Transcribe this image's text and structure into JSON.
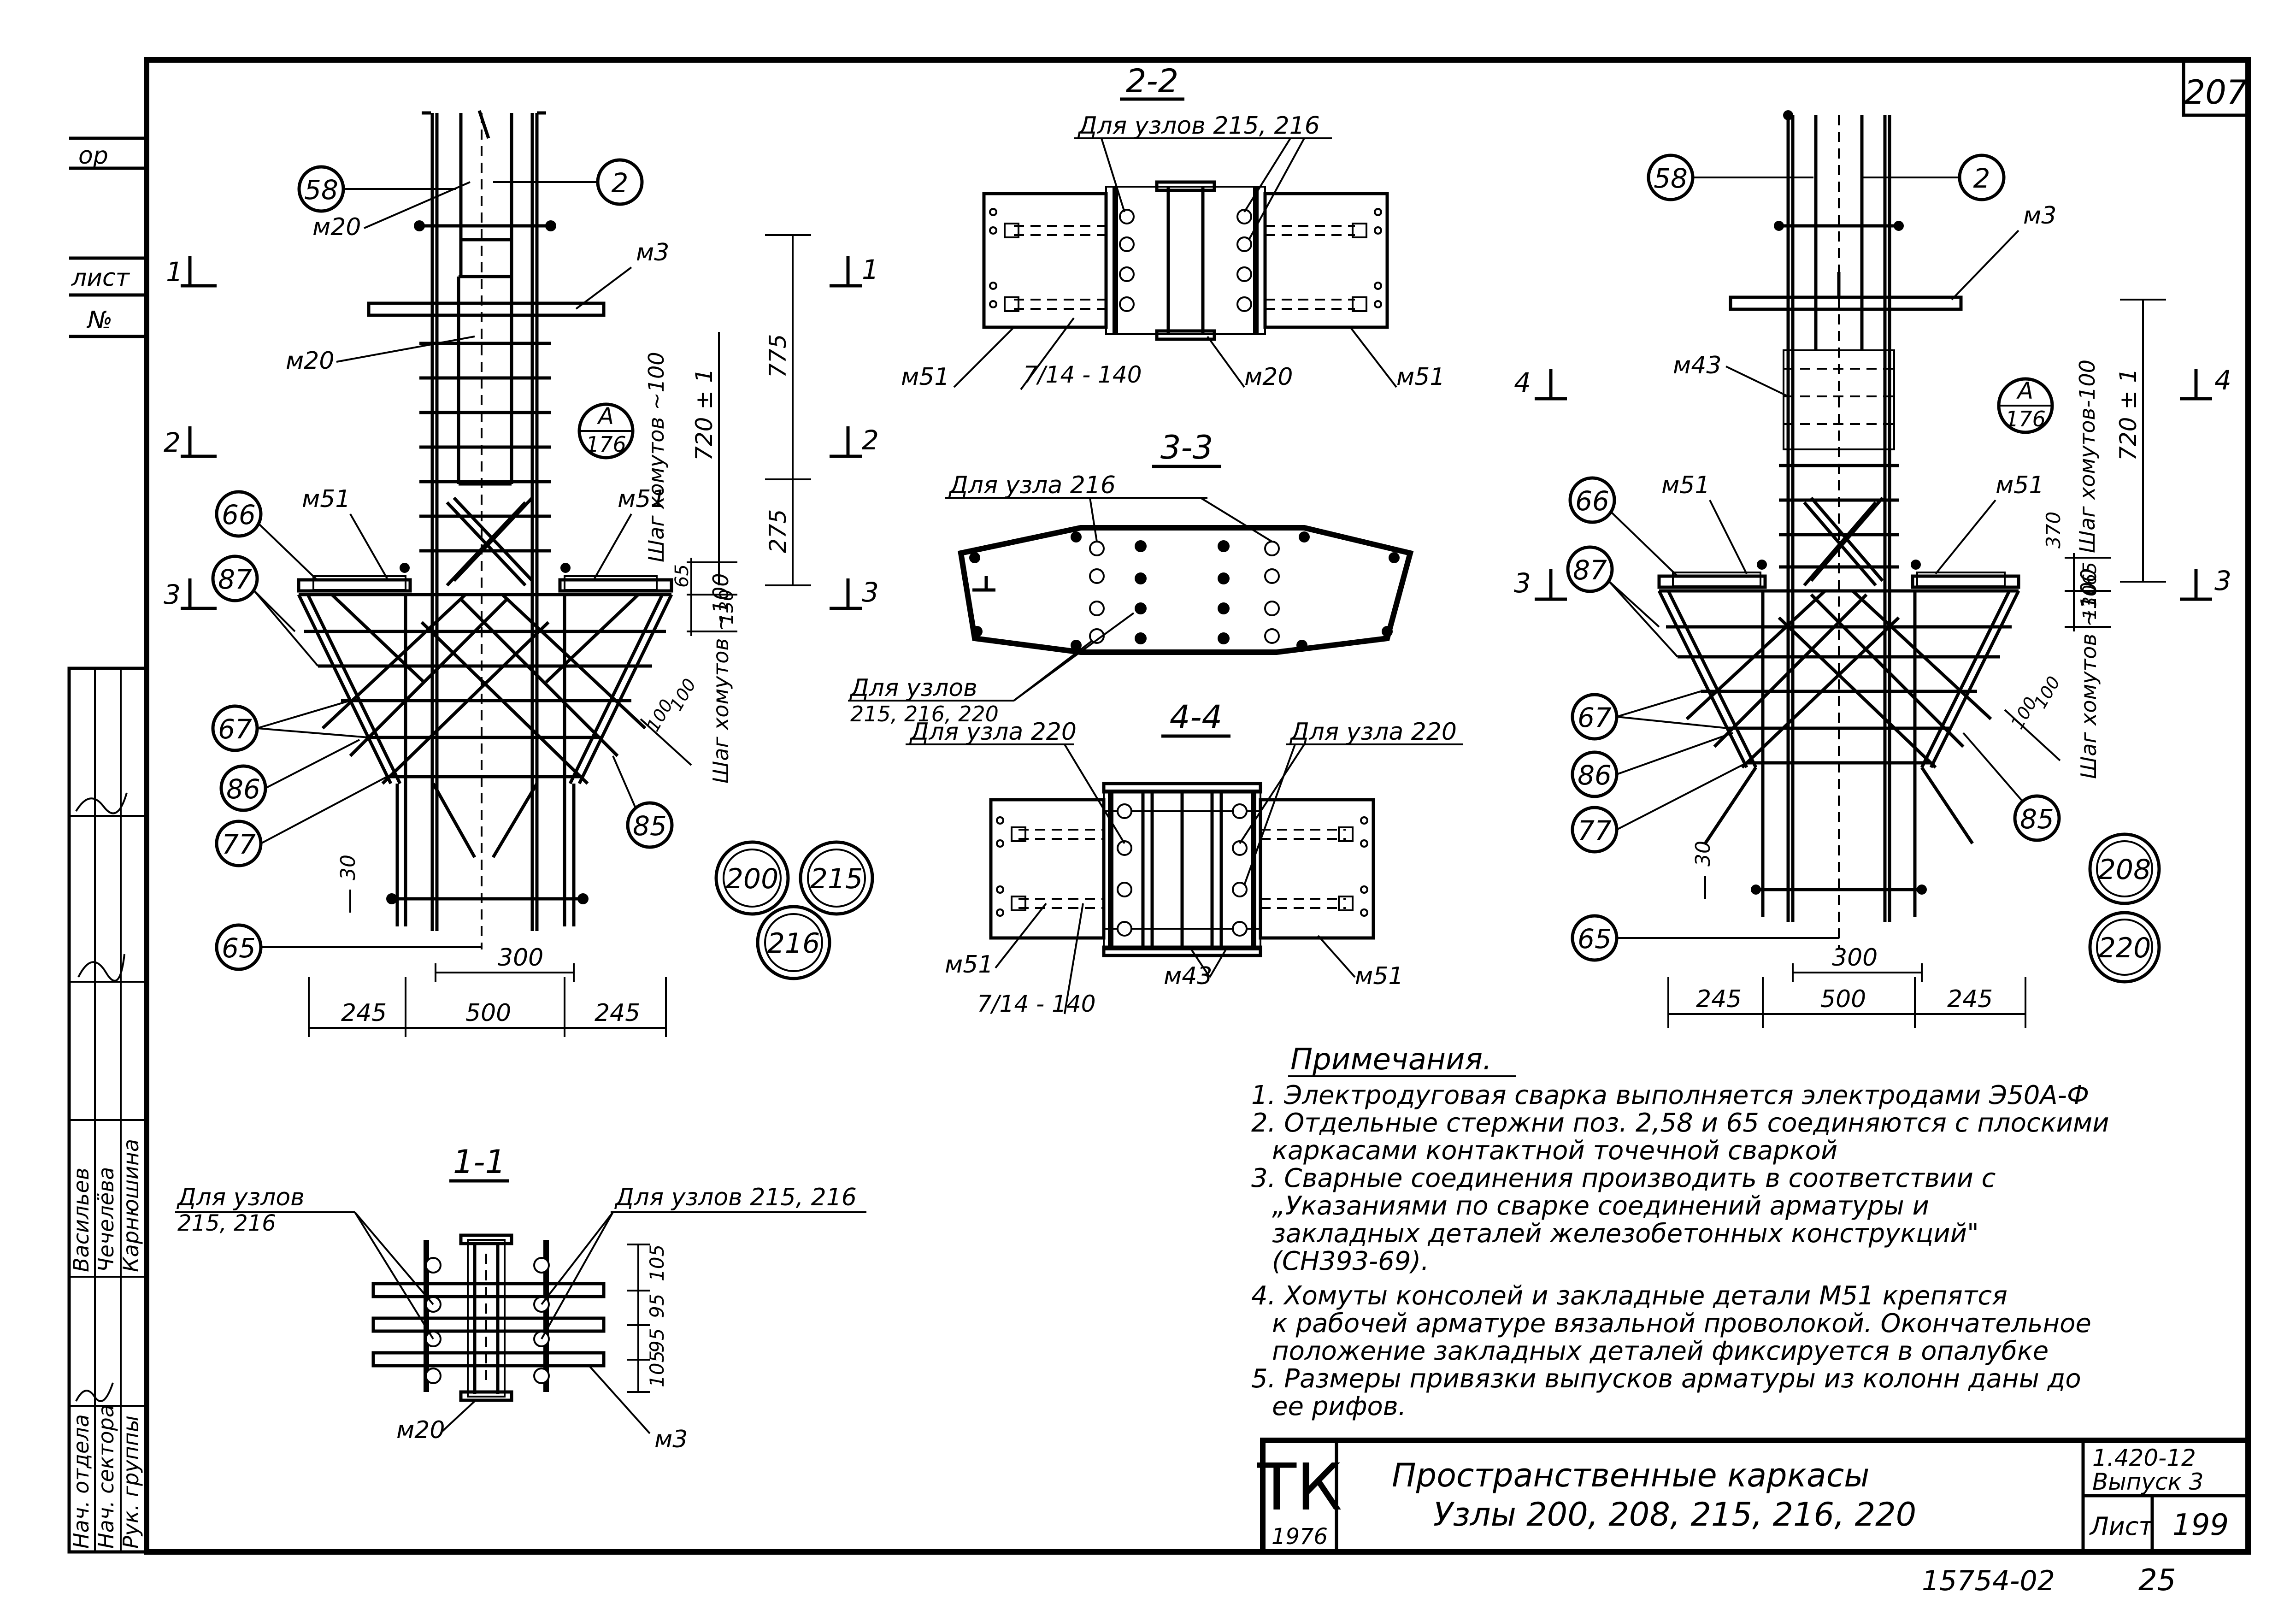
{
  "sheet": {
    "sheet_corner_number": "207",
    "bottom_code": "15754-02",
    "bottom_page": "25"
  },
  "left_strip": {
    "top_labels": [
      "ор",
      "лист",
      "№"
    ],
    "stamp_roles": [
      "Рук. группы",
      "Нач. сектора",
      "Нач. отдела"
    ],
    "stamp_names": [
      "Карнюшина",
      "Чечелёва",
      "Васильев"
    ]
  },
  "title_block": {
    "org": "ТК",
    "year": "1976",
    "title_line1": "Пространственные каркасы",
    "title_line2": "Узлы 200, 208, 215, 216, 220",
    "series": "1.420-12",
    "issue": "Выпуск 3",
    "sheet_label": "Лист",
    "sheet_number": "199"
  },
  "left_view": {
    "positions": [
      "58",
      "2",
      "66",
      "87",
      "67",
      "86",
      "77",
      "65",
      "85"
    ],
    "callout_ref": {
      "letter": "А",
      "sheet": "176"
    },
    "marks": {
      "m20_top": "м20",
      "m3": "м3",
      "m20_mid": "м20",
      "m51_left": "м51",
      "m51_right": "м51"
    },
    "sections": [
      {
        "label": "1",
        "side": "left"
      },
      {
        "label": "1",
        "side": "right"
      },
      {
        "label": "2",
        "side": "left"
      },
      {
        "label": "2",
        "side": "right"
      },
      {
        "label": "3",
        "side": "left"
      },
      {
        "label": "3",
        "side": "right"
      }
    ],
    "dims": {
      "d775": "775",
      "d720": "720 ± 1",
      "d275": "275",
      "d65": "65",
      "d130": "130",
      "step_upper": "Шаг хомутов ~100",
      "step_lower": "Шаг хомутов ~100",
      "d100a": "100",
      "d100b": "100",
      "d30": "30",
      "d300": "300",
      "d245a": "245",
      "d500": "500",
      "d245b": "245"
    },
    "node_ids": [
      "200",
      "215",
      "216"
    ]
  },
  "right_view": {
    "positions": [
      "58",
      "2",
      "66",
      "87",
      "67",
      "86",
      "77",
      "65",
      "85"
    ],
    "callout_ref": {
      "letter": "А",
      "sheet": "176"
    },
    "marks": {
      "m3": "м3",
      "m43": "м43",
      "m51_left": "м51",
      "m51_right": "м51"
    },
    "sections": [
      {
        "label": "4",
        "side": "left"
      },
      {
        "label": "4",
        "side": "right"
      },
      {
        "label": "3",
        "side": "left"
      },
      {
        "label": "3",
        "side": "right"
      }
    ],
    "dims": {
      "d720": "720 ± 1",
      "step_upper": "Шаг хомутов-100",
      "d370": "370",
      "d65": "65",
      "d130": "130",
      "step_lower": "Шаг хомутов ~100",
      "d100a": "100",
      "d100b": "100",
      "d30": "30",
      "d300": "300",
      "d245a": "245",
      "d500": "500",
      "d245b": "245"
    },
    "node_ids": [
      "208",
      "220"
    ]
  },
  "section_2_2": {
    "title": "2-2",
    "note": "Для узлов 215, 216",
    "marks": {
      "m51_left": "м51",
      "weld": "7/14 - 140",
      "m20": "м20",
      "m51_right": "м51"
    }
  },
  "section_3_3": {
    "title": "3-3",
    "note_top": "Для узла 216",
    "note_bottom_1": "Для узлов",
    "note_bottom_2": "215, 216, 220"
  },
  "section_4_4": {
    "title": "4-4",
    "note_left": "Для узла 220",
    "note_right": "Для узла 220",
    "marks": {
      "m51_left": "м51",
      "weld": "7/14 - 140",
      "m43": "м43",
      "m51_right": "м51"
    }
  },
  "section_1_1": {
    "title": "1-1",
    "note_left_1": "Для узлов",
    "note_left_2": "215, 216",
    "note_right": "Для узлов 215, 216",
    "marks": {
      "m20": "м20",
      "m3": "м3"
    },
    "dims": [
      "105",
      "95",
      "95",
      "105"
    ]
  },
  "notes": {
    "heading": "Примечания.",
    "lines": [
      "1. Электродуговая сварка выполняется электродами Э50А-Ф",
      "2. Отдельные стержни поз. 2,58 и 65 соединяются с плоскими",
      "каркасами контактной точечной сваркой",
      "3. Сварные соединения производить в соответствии с",
      "„Указаниями по сварке соединений арматуры и",
      "закладных деталей железобетонных конструкций\"",
      "(СН393-69).",
      "4. Хомуты консолей и закладные детали М51 крепятся",
      "к рабочей арматуре вязальной проволокой. Окончательное",
      "положение закладных деталей фиксируется в опалубке",
      "5. Размеры привязки выпусков арматуры из колонн даны до",
      "ее рифов."
    ]
  }
}
